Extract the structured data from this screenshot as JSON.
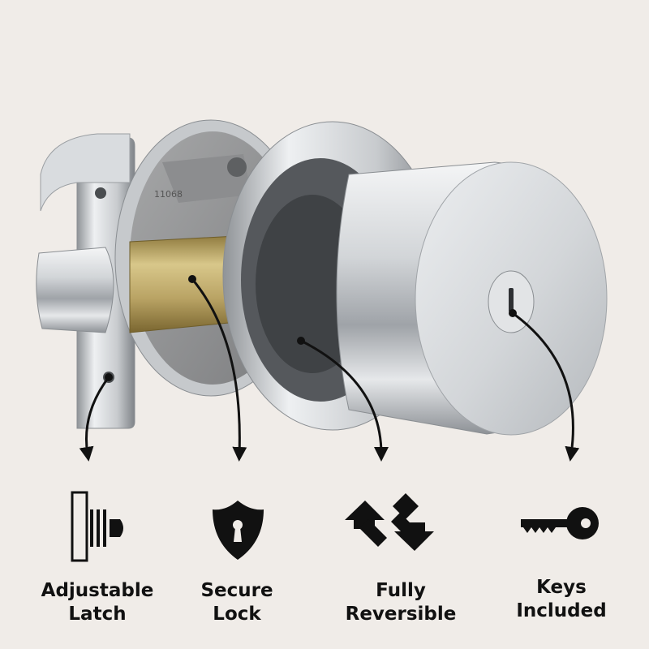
{
  "image": {
    "background": "#f0ece8",
    "subject": "door-knob-lock",
    "finish_color": "#c9ccd0",
    "latch_bolt_color": "#b7a166"
  },
  "features": [
    {
      "id": "adjustable-latch",
      "line1": "Adjustable",
      "line2": "Latch",
      "icon": "latch-icon"
    },
    {
      "id": "secure-lock",
      "line1": "Secure",
      "line2": "Lock",
      "icon": "shield-keyhole-icon"
    },
    {
      "id": "fully-reversible",
      "line1": "Fully",
      "line2": "Reversible",
      "icon": "reversible-arrows-icon"
    },
    {
      "id": "keys-included",
      "line1": "Keys",
      "line2": "Included",
      "icon": "key-icon"
    }
  ]
}
